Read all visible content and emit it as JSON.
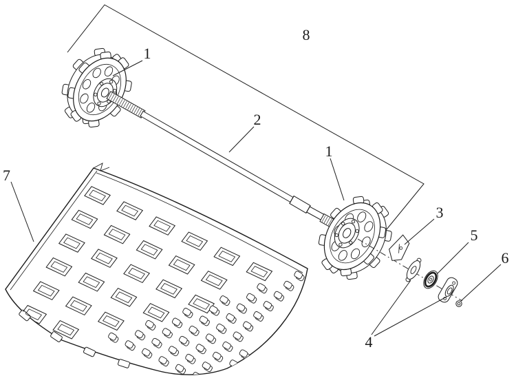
{
  "figure": {
    "type": "exploded-parts-diagram",
    "background_color": "#ffffff",
    "line_color": "#1b1b1b",
    "callouts": [
      {
        "label": "8"
      },
      {
        "label": "1"
      },
      {
        "label": "2"
      },
      {
        "label": "1"
      },
      {
        "label": "3"
      },
      {
        "label": "5"
      },
      {
        "label": "6"
      },
      {
        "label": "7"
      },
      {
        "label": "4"
      }
    ]
  }
}
